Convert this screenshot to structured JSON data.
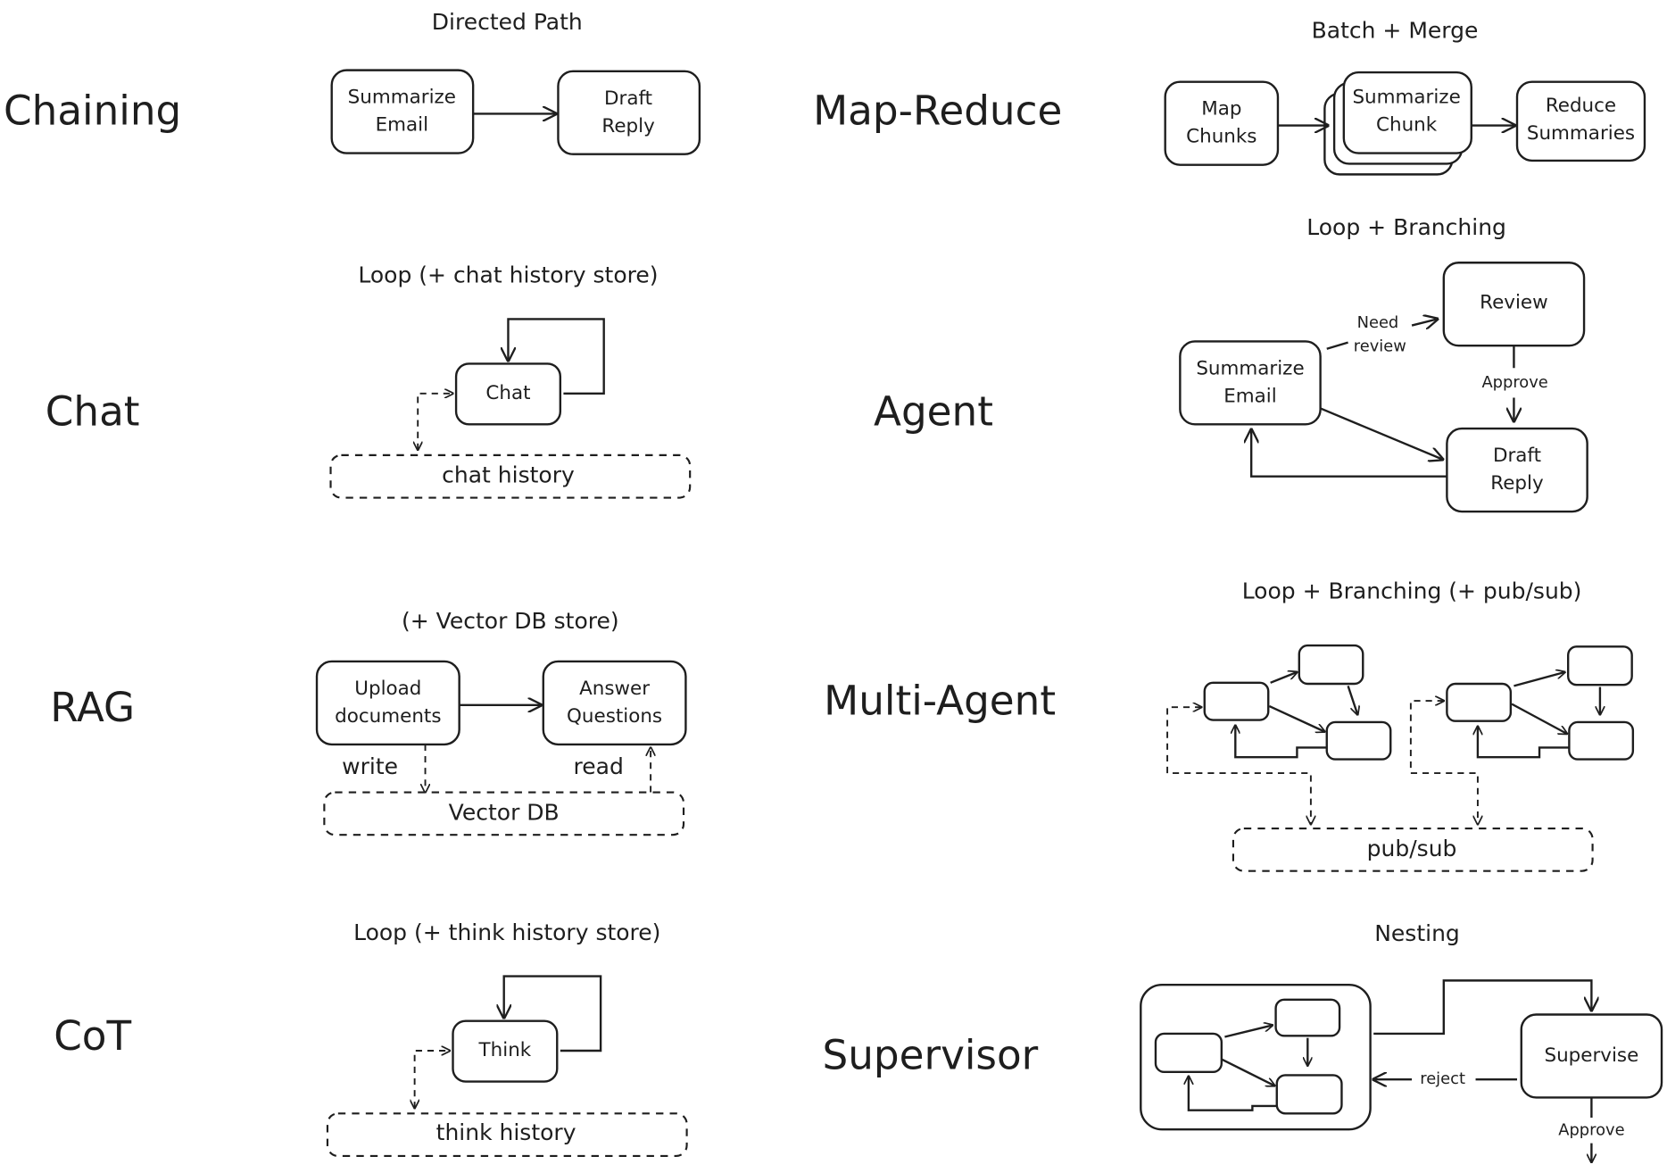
{
  "colors": {
    "stroke": "#1e1e1e",
    "background": "#ffffff"
  },
  "patterns": {
    "chaining": {
      "label": "Chaining",
      "title": "Directed Path",
      "nodes": [
        [
          "Summarize",
          "Email"
        ],
        [
          "Draft",
          "Reply"
        ]
      ]
    },
    "chat": {
      "label": "Chat",
      "title": "Loop (+ chat history store)",
      "node": "Chat",
      "store": "chat history"
    },
    "rag": {
      "label": "RAG",
      "title": "(+ Vector DB store)",
      "nodes": [
        [
          "Upload",
          "documents"
        ],
        [
          "Answer",
          "Questions"
        ]
      ],
      "store": "Vector DB",
      "write": "write",
      "read": "read"
    },
    "cot": {
      "label": "CoT",
      "title": "Loop (+ think history store)",
      "node": "Think",
      "store": "think history"
    },
    "map_reduce": {
      "label": "Map-Reduce",
      "title": "Batch + Merge",
      "nodes": [
        [
          "Map",
          "Chunks"
        ],
        [
          "Summarize",
          "Chunk"
        ],
        [
          "Reduce",
          "Summaries"
        ]
      ]
    },
    "agent": {
      "label": "Agent",
      "title": "Loop + Branching",
      "review": "Review",
      "summarize": [
        "Summarize",
        "Email"
      ],
      "draft": [
        "Draft",
        "Reply"
      ],
      "need_review": [
        "Need",
        "review"
      ],
      "approve": "Approve"
    },
    "multi_agent": {
      "label": "Multi-Agent",
      "title": "Loop + Branching (+ pub/sub)",
      "store": "pub/sub"
    },
    "supervisor": {
      "label": "Supervisor",
      "title": "Nesting",
      "node": "Supervise",
      "reject": "reject",
      "approve": "Approve"
    }
  }
}
